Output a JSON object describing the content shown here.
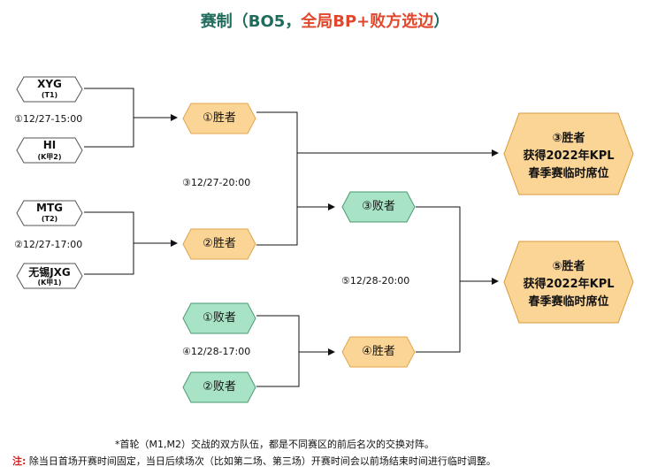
{
  "title": {
    "main": "赛制（BO5，",
    "highlight": "全局BP+败方选边",
    "end": "）"
  },
  "teams": [
    {
      "name": "XYG",
      "sub": "(T1)"
    },
    {
      "name": "HI",
      "sub": "(K甲2)"
    },
    {
      "name": "MTG",
      "sub": "(T2)"
    },
    {
      "name": "无锡JXG",
      "sub": "(K甲1)"
    }
  ],
  "nodes": {
    "w1": "①胜者",
    "w2": "②胜者",
    "l3": "③败者",
    "l1": "①败者",
    "l2": "②败者",
    "w4": "④胜者"
  },
  "finals": [
    {
      "line1": "③胜者",
      "line2": "获得2022年KPL",
      "line3": "春季赛临时席位"
    },
    {
      "line1": "⑤胜者",
      "line2": "获得2022年KPL",
      "line3": "春季赛临时席位"
    }
  ],
  "times": {
    "m1": "①12/27-15:00",
    "m2": "②12/27-17:00",
    "m3": "③12/27-20:00",
    "m4": "④12/28-17:00",
    "m5": "⑤12/28-20:00"
  },
  "notes": {
    "line1": "*首轮（M1,M2）交战的双方队伍，都是不同赛区的前后名次的交换对阵。",
    "label": "注:",
    "line2": " 除当日首场开赛时间固定，当日后续场次（比如第二场、第三场）开赛时间会以前场结束时间进行临时调整。"
  },
  "colors": {
    "winner_fill": "#fbd596",
    "winner_stroke": "#e0a54a",
    "loser_fill": "#a8e3c6",
    "loser_stroke": "#4a9a73",
    "final_fill": "#fbd596",
    "final_stroke": "#d79a3a",
    "title_dark": "#1f6b5c",
    "title_red": "#e2472b",
    "note_red": "#d62020"
  }
}
